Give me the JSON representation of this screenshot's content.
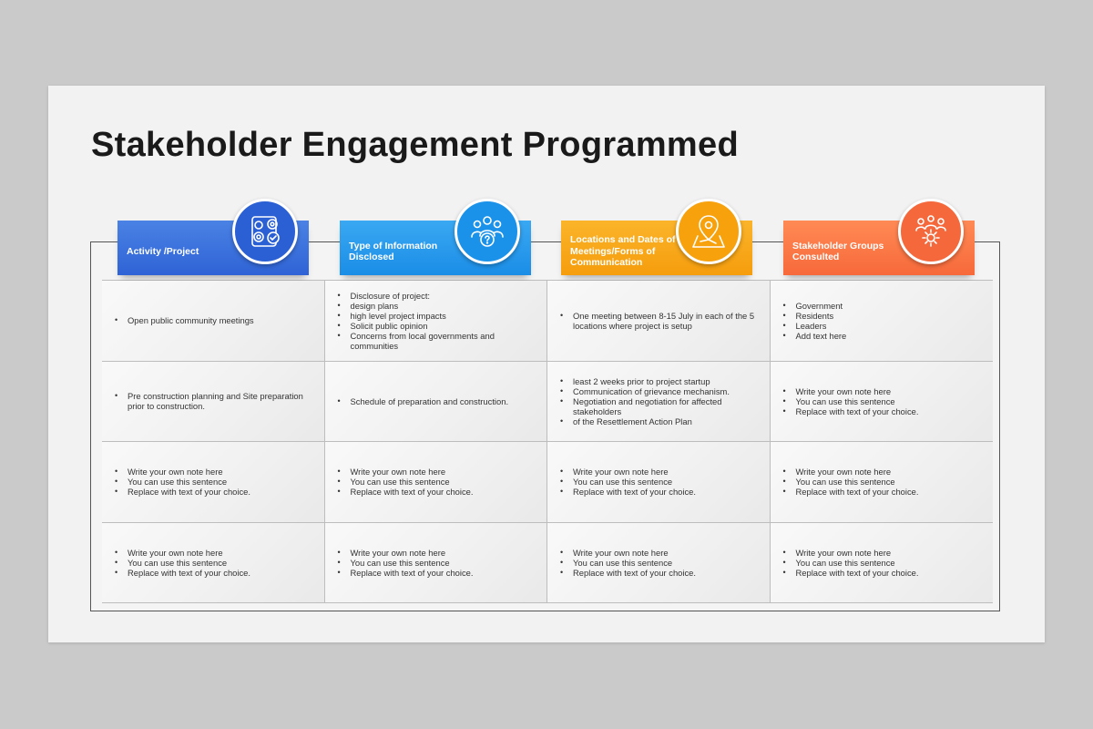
{
  "title": "Stakeholder Engagement Programmed",
  "headers": [
    {
      "label": "Activity /Project",
      "icon": "activity-checklist-icon",
      "color": "#2f63d6"
    },
    {
      "label": "Type of Information Disclosed",
      "icon": "people-question-icon",
      "color": "#1a8de6"
    },
    {
      "label": "Locations and Dates of Meetings/Forms of Communication",
      "icon": "map-pin-icon",
      "color": "#f59d0d"
    },
    {
      "label": "Stakeholder Groups Consulted",
      "icon": "group-gear-icon",
      "color": "#f7693a"
    }
  ],
  "rows": [
    [
      [
        "Open public community meetings"
      ],
      [
        "Disclosure of project:",
        "design plans",
        "high level project impacts",
        "Solicit public opinion",
        "Concerns from local governments and communities"
      ],
      [
        "One meeting between 8-15 July in each of the 5 locations where project is setup"
      ],
      [
        "Government",
        "Residents",
        "Leaders",
        "Add text here"
      ]
    ],
    [
      [
        "Pre construction planning and Site preparation prior to construction."
      ],
      [
        "Schedule of preparation and construction."
      ],
      [
        "least 2 weeks prior to project startup",
        "Communication of grievance mechanism.",
        "Negotiation and negotiation for affected stakeholders",
        "of the Resettlement Action Plan"
      ],
      [
        "Write your own note here",
        "You can use this sentence",
        "Replace with text of your choice."
      ]
    ],
    [
      [
        "Write your own note here",
        "You can use this sentence",
        "Replace with text of your choice."
      ],
      [
        "Write your own note here",
        "You can use this sentence",
        "Replace with text of your choice."
      ],
      [
        "Write your own note here",
        "You can use this sentence",
        "Replace with text of your choice."
      ],
      [
        "Write your own note here",
        "You can use this sentence",
        "Replace with text of your choice."
      ]
    ],
    [
      [
        "Write your own note here",
        "You can use this sentence",
        "Replace with text of your choice."
      ],
      [
        "Write your own note here",
        "You can use this sentence",
        "Replace with text of your choice."
      ],
      [
        "Write your own note here",
        "You can use this sentence",
        "Replace with text of your choice."
      ],
      [
        "Write your own note here",
        "You can use this sentence",
        "Replace with text of your choice."
      ]
    ]
  ]
}
